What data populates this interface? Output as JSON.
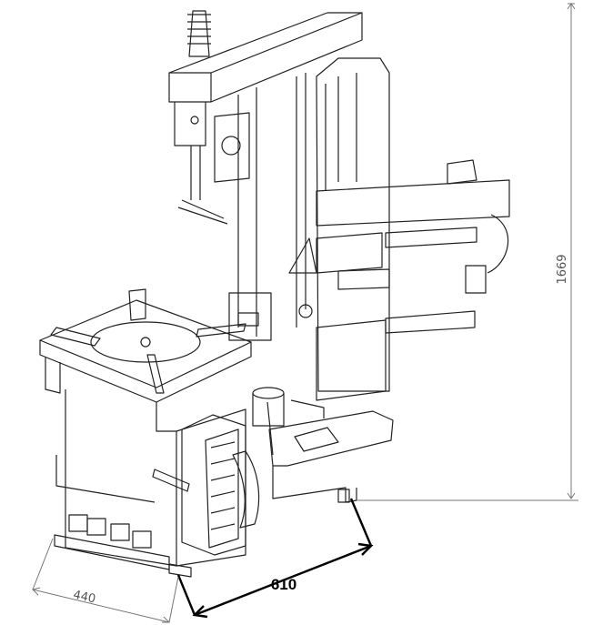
{
  "dimensions": {
    "height_label": "1669",
    "width_label": "610",
    "depth_label": "440"
  }
}
